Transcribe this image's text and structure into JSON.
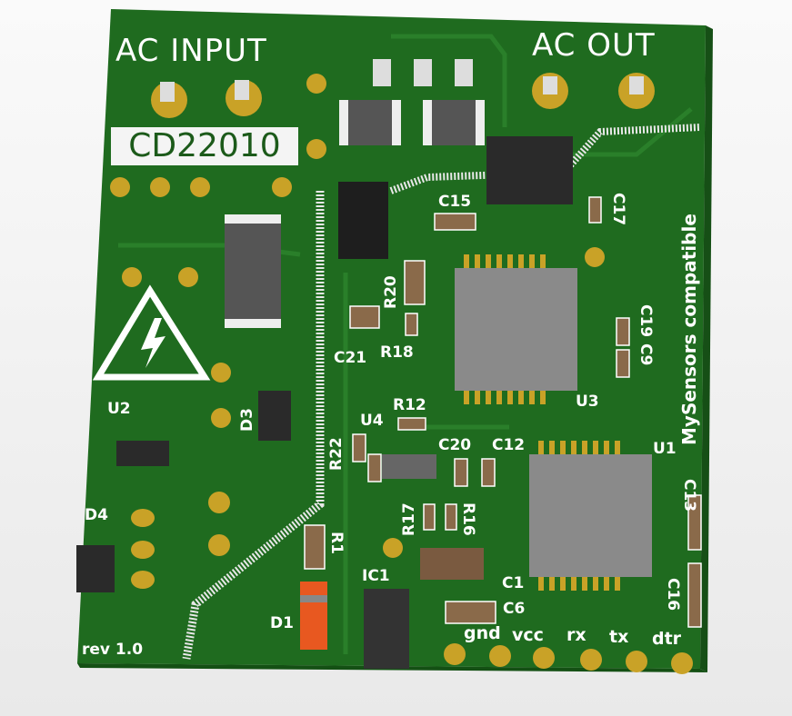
{
  "board": {
    "title_input": "AC INPUT",
    "title_output": "AC OUT",
    "part_number": "CD22010",
    "compat": "MySensors compatible",
    "revision": "rev 1.0",
    "colors": {
      "pcb": "#1f6b1f",
      "silk": "#ffffff",
      "pad": "#c9a227",
      "chip": "#222222",
      "mcu": "#8a8a8a"
    }
  },
  "designators": {
    "C15": "C15",
    "C17": "C17",
    "R20": "R20",
    "R18": "R18",
    "C21": "C21",
    "C19": "C19",
    "C9": "C9",
    "U3": "U3",
    "R12": "R12",
    "U4": "U4",
    "R22": "R22",
    "C20": "C20",
    "C12": "C12",
    "U1": "U1",
    "C13": "C13",
    "R17": "R17",
    "R16": "R16",
    "C1": "C1",
    "C6": "C6",
    "R1": "R1",
    "IC1": "IC1",
    "D1": "D1",
    "D3": "D3",
    "D4": "D4",
    "U2": "U2",
    "C16": "C16"
  },
  "header_pins": [
    "gnd",
    "vcc",
    "rx",
    "tx",
    "dtr"
  ]
}
